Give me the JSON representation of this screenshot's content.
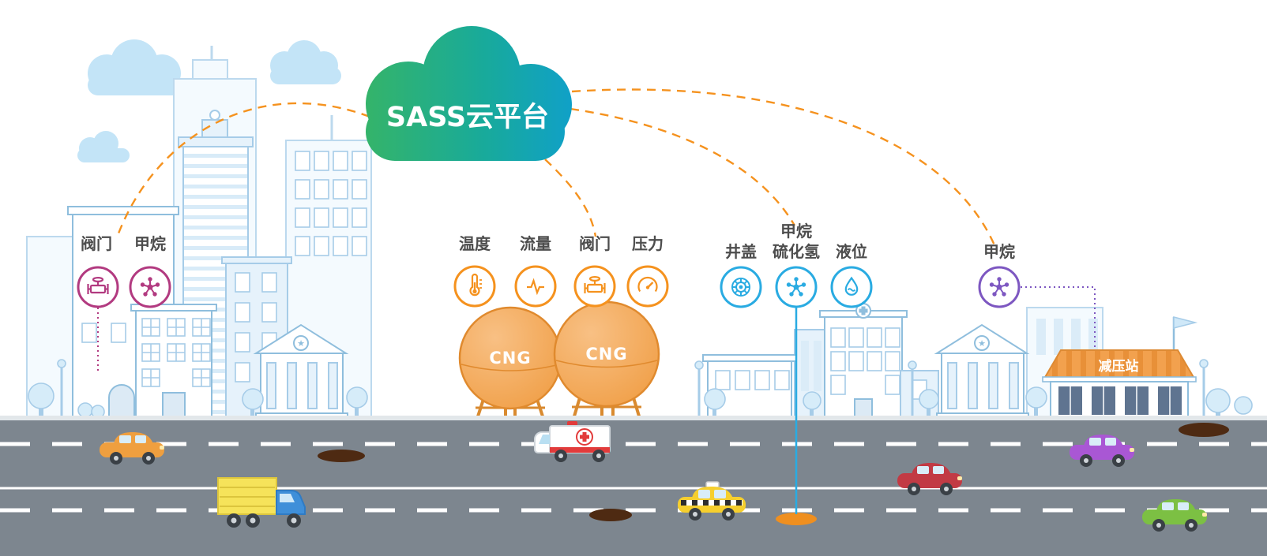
{
  "cloud": {
    "label": "SASS云平台"
  },
  "sensor_groups": [
    {
      "id": "city-gas",
      "color": "#b23a80",
      "sensors": [
        {
          "icon": "valve-icon",
          "label": "阀门"
        },
        {
          "icon": "methane-molecule-icon",
          "label": "甲烷"
        }
      ]
    },
    {
      "id": "cng-storage",
      "color": "#f5921e",
      "sensors": [
        {
          "icon": "thermometer-icon",
          "label": "温度"
        },
        {
          "icon": "flow-meter-icon",
          "label": "流量"
        },
        {
          "icon": "valve-icon",
          "label": "阀门"
        },
        {
          "icon": "pressure-gauge-icon",
          "label": "压力"
        }
      ]
    },
    {
      "id": "underground-pipeline",
      "color": "#29abe2",
      "sensors": [
        {
          "icon": "manhole-cover-icon",
          "label": "井盖"
        },
        {
          "icon": "methane-molecule-icon",
          "label": "甲烷",
          "label_line2": "硫化氢"
        },
        {
          "icon": "liquid-level-icon",
          "label": "液位"
        }
      ]
    },
    {
      "id": "pressure-station",
      "color": "#7d57c1",
      "sensors": [
        {
          "icon": "methane-molecule-icon",
          "label": "甲烷"
        }
      ]
    }
  ],
  "cng_tanks": {
    "label": "CNG"
  },
  "station": {
    "label": "减压站"
  },
  "palette": {
    "cloud_gradient_start": "#35b469",
    "cloud_gradient_end": "#0f9fce",
    "connection_orange": "#f5921e",
    "group_city_color": "#b23a80",
    "group_cng_color": "#f5921e",
    "group_pipeline_color": "#29abe2",
    "group_station_color": "#7d57c1",
    "tank_orange": "#ef9a3e",
    "station_roof_orange": "#f2a14e",
    "road_gray": "#7d868f",
    "building_line_blue": "#8fbedd",
    "label_gray": "#4d4d4d"
  }
}
